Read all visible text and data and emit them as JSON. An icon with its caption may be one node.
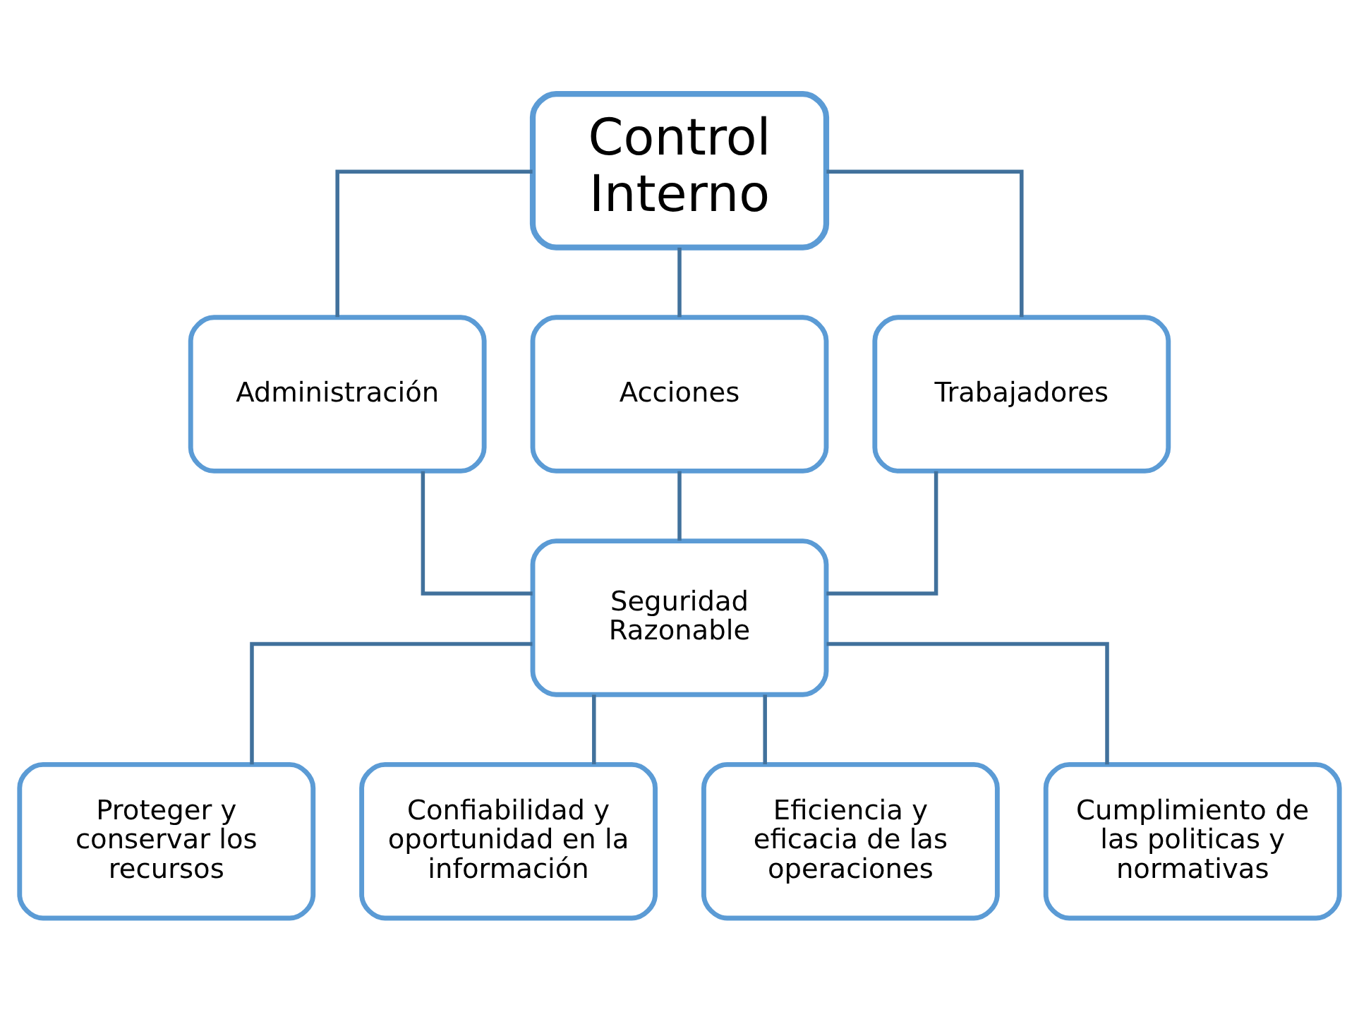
{
  "diagram": {
    "nodes": [
      {
        "text": [
          "Control Interno"
        ]
      },
      {
        "text": [
          "Administración"
        ]
      },
      {
        "text": [
          "Acciones"
        ]
      },
      {
        "text": [
          "Trabajadores"
        ]
      },
      {
        "text": [
          "Seguridad Razonable"
        ]
      },
      {
        "text": [
          "Proteger y conservar los recursos"
        ]
      },
      {
        "text": [
          "Confiabilidad y oportunidad en la información"
        ]
      },
      {
        "text": [
          "Eficiencia y eficacia de las operaciones"
        ]
      },
      {
        "text": [
          "Cumplimiento de las politicas y normativas"
        ]
      }
    ],
    "edges": [
      {
        "from": 0,
        "to": 1,
        "arrow": "none"
      },
      {
        "from": 0,
        "to": 2,
        "arrow": "none"
      },
      {
        "from": 0,
        "to": 3,
        "arrow": "none"
      },
      {
        "from": 1,
        "to": 4,
        "arrow": "none"
      },
      {
        "from": 2,
        "to": 4,
        "arrow": "none"
      },
      {
        "from": 3,
        "to": 4,
        "arrow": "none"
      },
      {
        "from": 4,
        "to": 5,
        "arrow": "none"
      },
      {
        "from": 4,
        "to": 6,
        "arrow": "none"
      },
      {
        "from": 4,
        "to": 7,
        "arrow": "none"
      },
      {
        "from": 4,
        "to": 8,
        "arrow": "none"
      }
    ]
  }
}
